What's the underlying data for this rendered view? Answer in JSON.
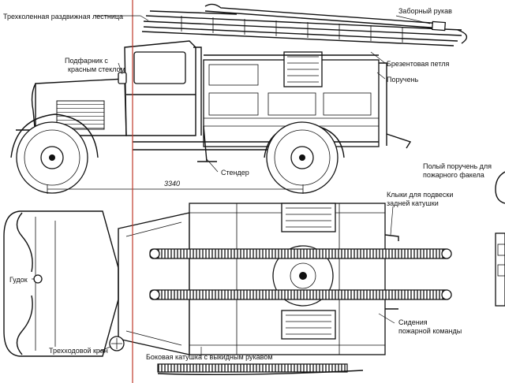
{
  "labels": {
    "ladder": "Трехколенная раздвижная лестница",
    "intake_hose": "Заборный рукав",
    "side_light": "Подфарник с красным стеклом",
    "tarp_loop": "Брезентовая петля",
    "handrail": "Поручень",
    "stand": "Стендер",
    "dimension": "3340",
    "torch_handrail": "Полый поручень для пожарного факела",
    "hooks": "Клыки для подвески задней катушки",
    "horn": "Гудок",
    "three_way_valve": "Трехходовой кран",
    "crew_seats": "Сидения пожарной команды",
    "side_reel": "Боковая катушка с выкидным рукавом"
  },
  "colors": {
    "line": "#111111",
    "background": "#ffffff",
    "guide_line": "#c0392b"
  }
}
